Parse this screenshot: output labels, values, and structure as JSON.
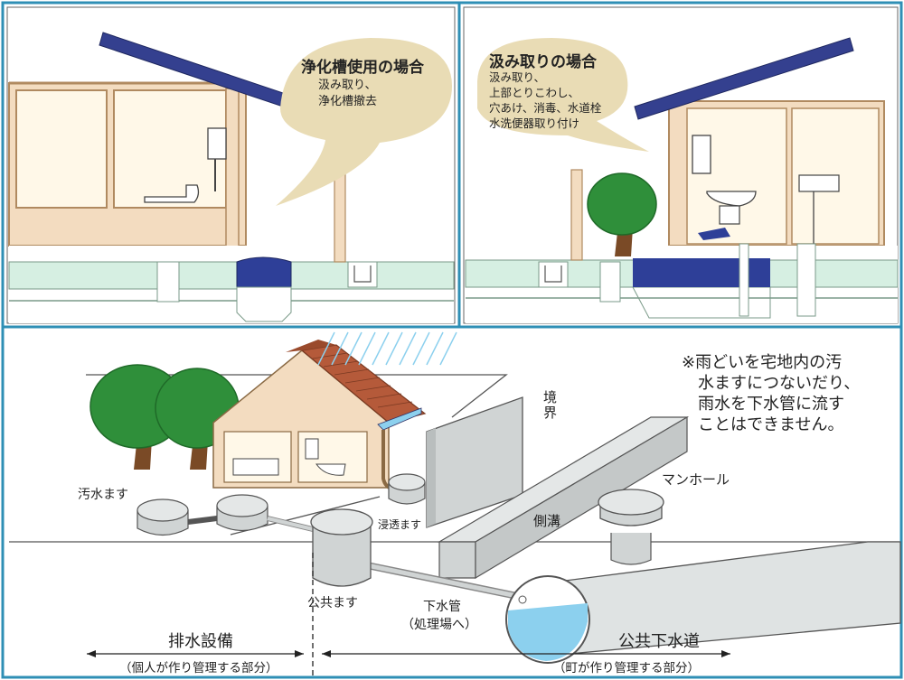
{
  "panels": {
    "septic": {
      "title": "浄化槽使用の場合",
      "lines": [
        "汲み取り、",
        "浄化槽撤去"
      ]
    },
    "pit": {
      "title": "汲み取りの場合",
      "lines": [
        "汲み取り、",
        "上部とりこわし、",
        "穴あけ、消毒、水道栓",
        "水洗便器取り付け"
      ]
    }
  },
  "diagram": {
    "boundary": "境界",
    "manhole": "マンホール",
    "sewage_basin": "汚水ます",
    "infiltration_basin": "浸透ます",
    "gutter": "側溝",
    "public_basin": "公共ます",
    "sewer_pipe": "下水管",
    "sewer_pipe_note": "（処理場へ）",
    "note_lines": [
      "※雨どいを宅地内の汚",
      "水ますにつないだり、",
      "雨水を下水管に流す",
      "ことはできません。"
    ]
  },
  "scope": {
    "private_title": "排水設備",
    "private_note": "（個人が作り管理する部分）",
    "public_title": "公共下水道",
    "public_note": "（町が作り管理する部分）"
  },
  "colors": {
    "frame": "#2f8fb5",
    "wall": "#f3dcc0",
    "wall_line": "#b08a60",
    "ground": "#d6efe2",
    "ground_line": "#7a9a88",
    "roof_blue": "#34408f",
    "waste_blue": "#2e3f98",
    "bubble": "#e9dcb5",
    "tree": "#2f8f3a",
    "trunk": "#7a4a26",
    "tile_roof": "#b55a3a",
    "concrete": "#d0d4d4",
    "water": "#8cd0ee"
  }
}
